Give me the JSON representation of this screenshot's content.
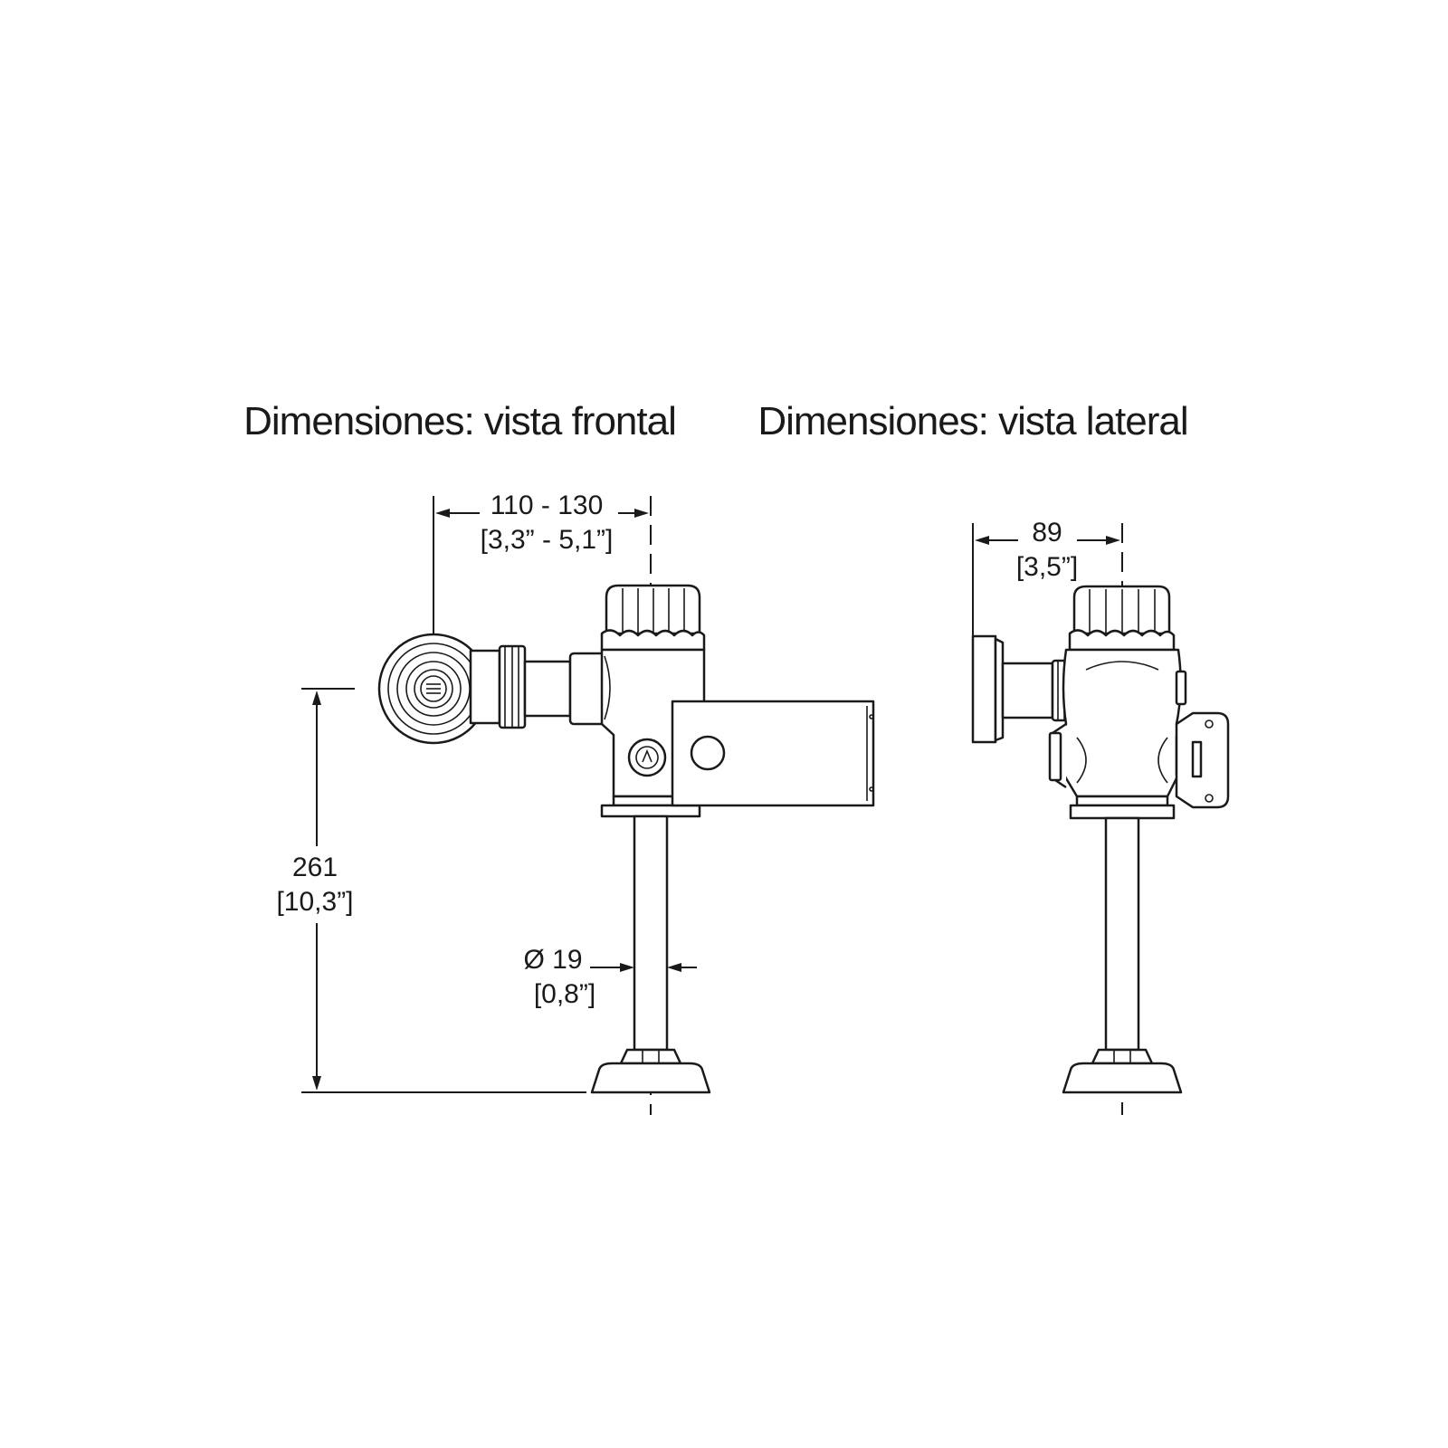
{
  "titles": {
    "front": "Dimensiones: vista frontal",
    "side": "Dimensiones: vista lateral"
  },
  "front_view": {
    "width_dimension": {
      "value": "110 - 130",
      "inches": "[3,3” - 5,1”]"
    },
    "height_dimension": {
      "value": "261",
      "inches": "[10,3”]"
    },
    "pipe_diameter": {
      "value": "Ø 19",
      "inches": "[0,8”]"
    }
  },
  "side_view": {
    "depth_dimension": {
      "value": "89",
      "inches": "[3,5”]"
    }
  }
}
